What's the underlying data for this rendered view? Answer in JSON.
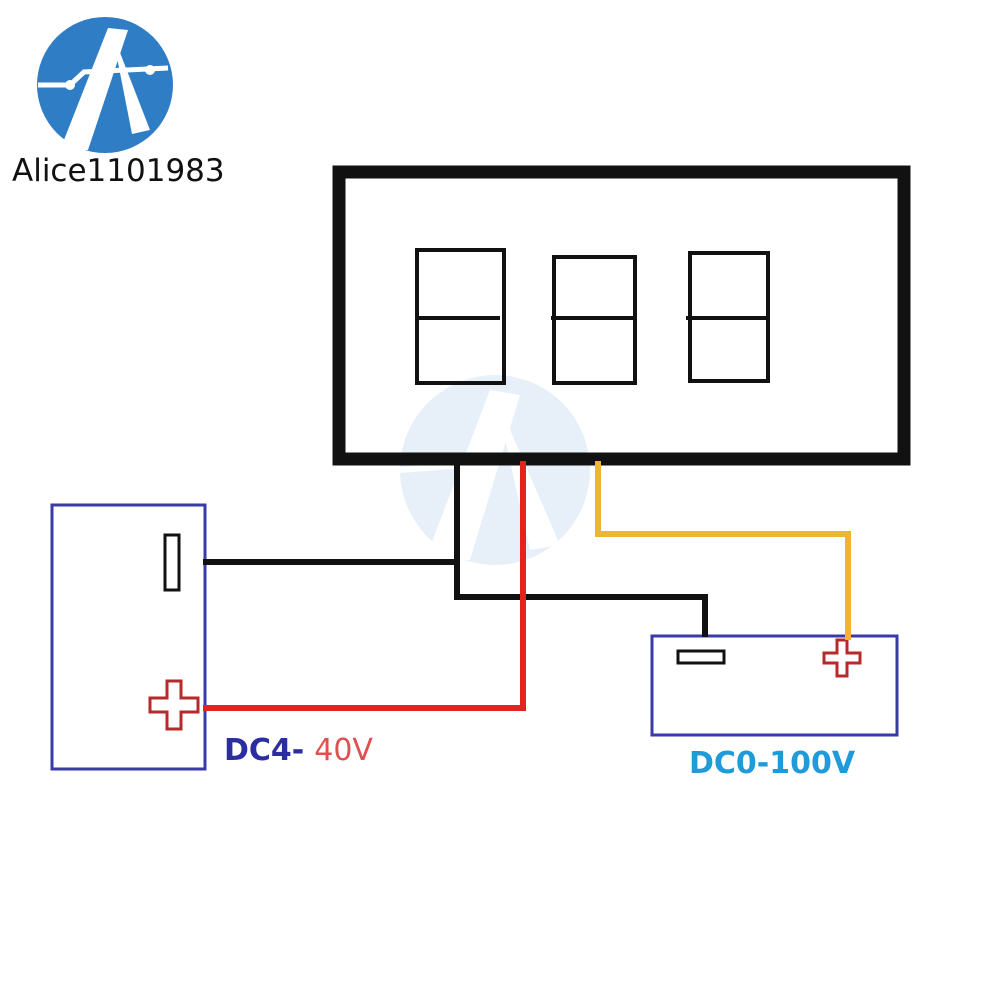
{
  "brand": {
    "name": "Alice1101983",
    "logo_color": "#2f7dc4",
    "watermark_color": "#c9def2"
  },
  "labels": {
    "power_prefix": "DC4-",
    "power_suffix": "40V",
    "measure_range": "DC0-100V"
  },
  "colors": {
    "meter_frame": "#111111",
    "digit_stroke": "#111111",
    "box_border": "#3a3aa8",
    "negative_wire": "#111111",
    "positive_wire": "#e32222",
    "measure_wire": "#f2b233",
    "plus_symbol": "#b52a2a",
    "label_dark_blue": "#2a2ea0",
    "label_red": "#e05050",
    "label_cyan": "#1e9bd8"
  }
}
